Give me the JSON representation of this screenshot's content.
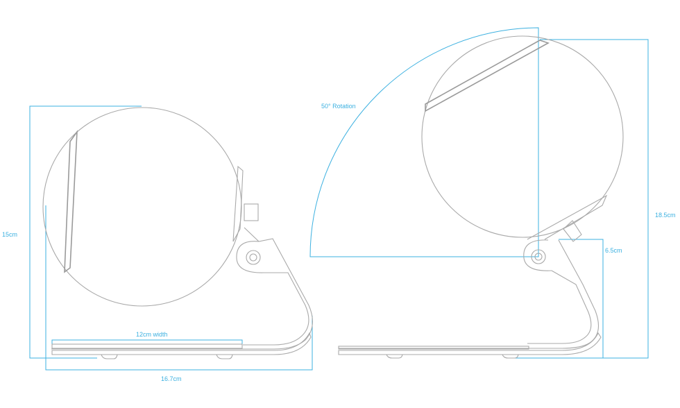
{
  "diagram": {
    "left_view": {
      "height_label": "15cm",
      "width_label": "16.7cm",
      "base_label": "12cm width"
    },
    "right_view": {
      "rotation_label": "50° Rotation",
      "total_height_label": "18.5cm",
      "pivot_height_label": "6.5cm"
    },
    "colors": {
      "dimension": "#3bb0e0",
      "outline": "#a9a9a9",
      "background": "#ffffff"
    }
  }
}
